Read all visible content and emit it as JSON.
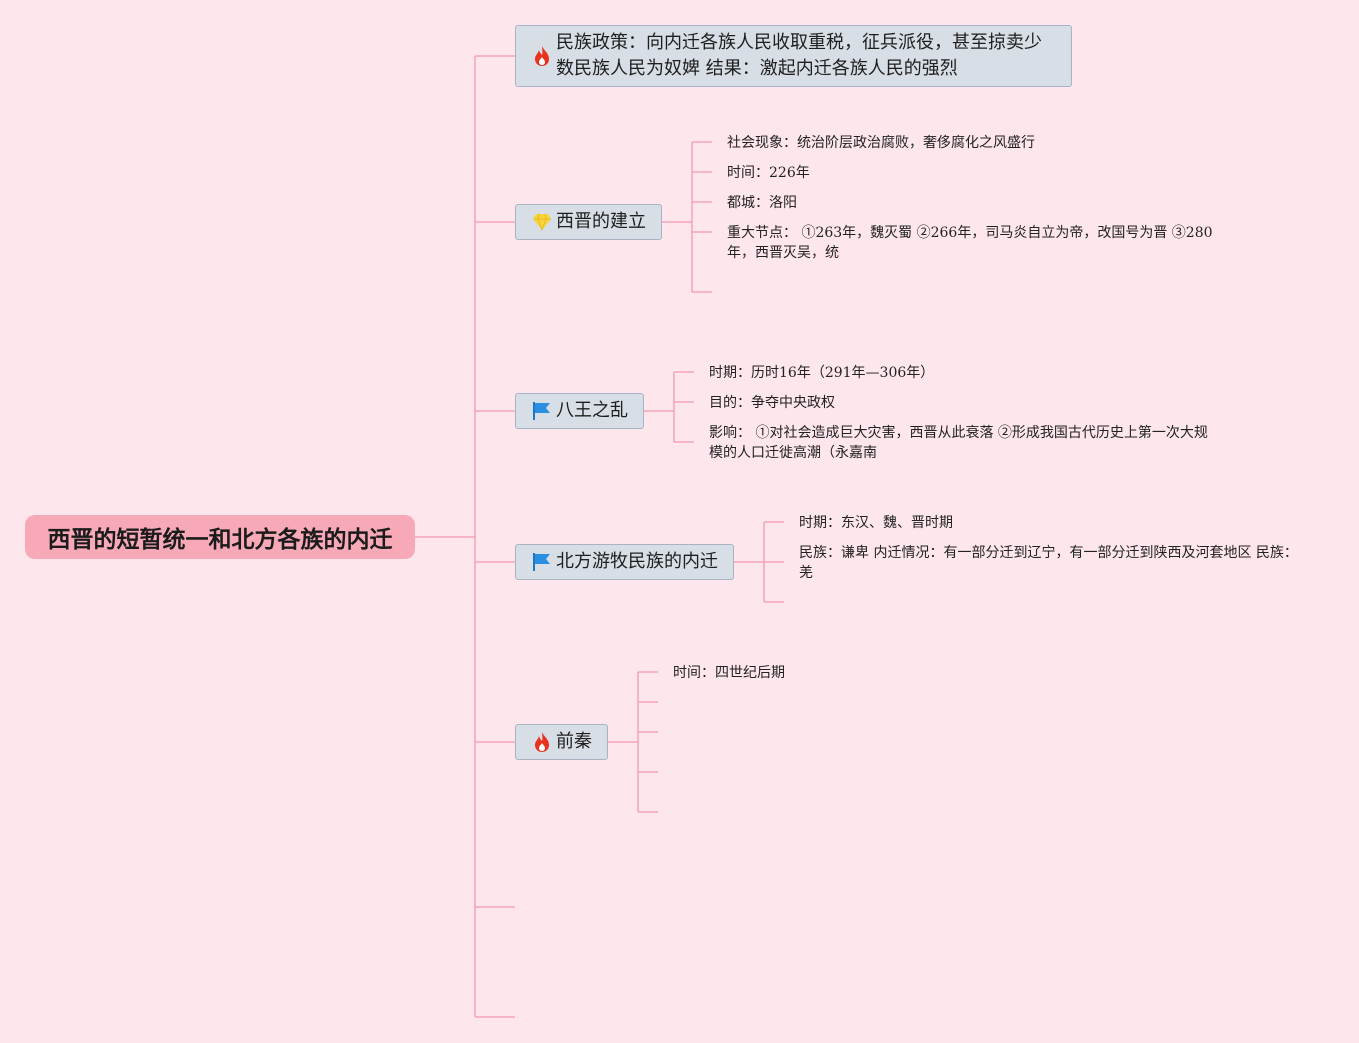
{
  "root": {
    "label": "西晋的短暂统一和北方各族的内迁"
  },
  "colors": {
    "background": "#fde6ec",
    "root_fill": "#f8a9b8",
    "topic_fill": "#d8dee6",
    "connector": "#f29ab0"
  },
  "topics": [
    {
      "icon": "fire-icon",
      "label": "民族政策：向内迁各族人民收取重税，征兵派役，甚至掠卖少数民族人民为奴婢 结果：激起内迁各族人民的强烈",
      "children": []
    },
    {
      "icon": "diamond-icon",
      "label": "西晋的建立",
      "children": [
        "社会现象：统治阶层政治腐败，奢侈腐化之风盛行",
        "时间：226年",
        "都城：洛阳",
        "重大节点： ①263年，魏灭蜀 ②266年，司马炎自立为帝，改国号为晋 ③280年，西晋灭吴，统",
        ""
      ]
    },
    {
      "icon": "flag-icon",
      "label": "八王之乱",
      "children": [
        "时期：历时16年（291年—306年）",
        "目的：争夺中央政权",
        "影响： ①对社会造成巨大灾害，西晋从此衰落 ②形成我国古代历史上第一次大规模的人口迁徙高潮（永嘉南"
      ]
    },
    {
      "icon": "flag-icon",
      "label": "北方游牧民族的内迁",
      "children": [
        "时期：东汉、魏、晋时期",
        "民族：谦卑 内迁情况：有一部分迁到辽宁，有一部分迁到陕西及河套地区 民族：羌",
        ""
      ]
    },
    {
      "icon": "fire-icon",
      "label": "前秦",
      "children": [
        "时间：四世纪后期",
        "",
        "",
        "",
        ""
      ]
    }
  ]
}
